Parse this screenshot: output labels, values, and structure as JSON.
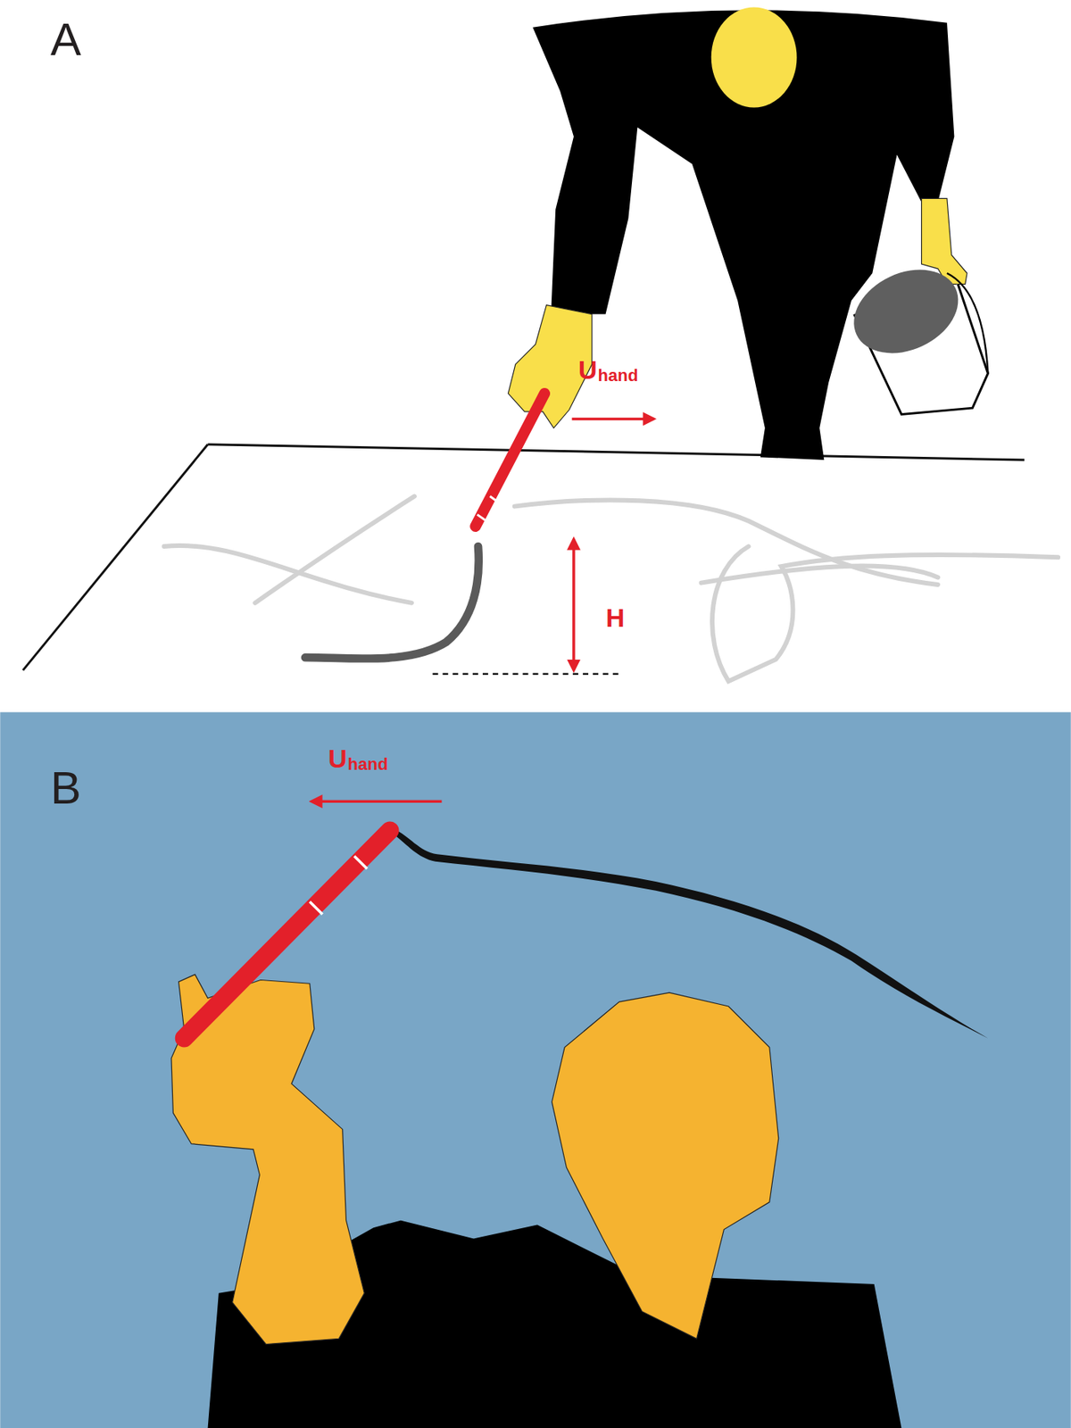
{
  "diagram": {
    "labels": [
      "A",
      "U",
      "hand",
      "H",
      "B",
      "U",
      "hand"
    ]
  }
}
